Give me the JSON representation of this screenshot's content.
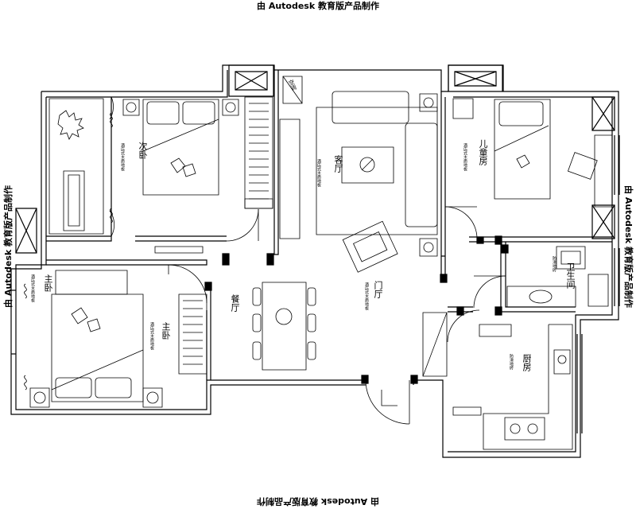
{
  "watermark": "由 Autodesk 教育版产品制作",
  "rooms": {
    "bedroom_top": "次卧",
    "living": "客厅",
    "child": "儿童房",
    "master_side": "主卧",
    "master_main": "主卧",
    "dining": "餐厅",
    "hall": "门厅",
    "bathroom": "卫生间",
    "kitchen": "厨房"
  },
  "annotation": "酒店式木质地板",
  "annotation_tile": "防滑地砖",
  "ac_label": "空调"
}
